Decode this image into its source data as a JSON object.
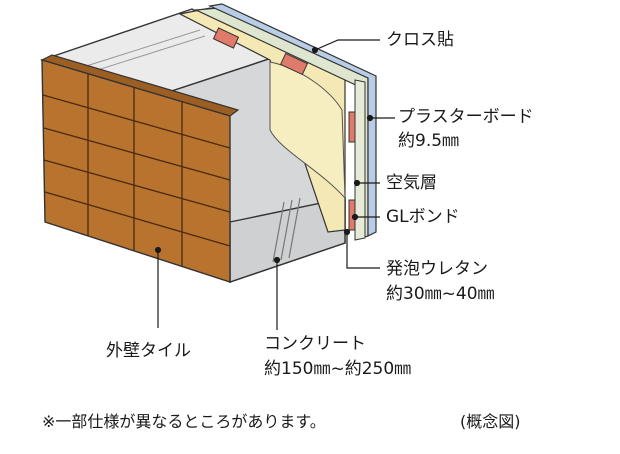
{
  "labels": {
    "cloth": "クロス貼",
    "plasterboard_1": "プラスターボード",
    "plasterboard_2": "約9.5㎜",
    "air_layer": "空気層",
    "gl_bond": "GLボンド",
    "urethane_1": "発泡ウレタン",
    "urethane_2": "約30㎜~40㎜",
    "tile": "外壁タイル",
    "concrete_1": "コンクリート",
    "concrete_2": "約150㎜~約250㎜"
  },
  "footer": {
    "note": "※一部仕様が異なるところがあります。",
    "concept": "(概念図)"
  },
  "colors": {
    "brick": "#b8742f",
    "mortar": "#4a2a10",
    "concrete_front": "#d6d7d9",
    "concrete_top": "#ebebec",
    "concrete_side": "#c2c3c5",
    "urethane": "#f4e9b4",
    "plasterboard": "#dfe6cf",
    "cloth": "#b9cde6",
    "gl_bond": "#e07a6a"
  },
  "icons": {}
}
